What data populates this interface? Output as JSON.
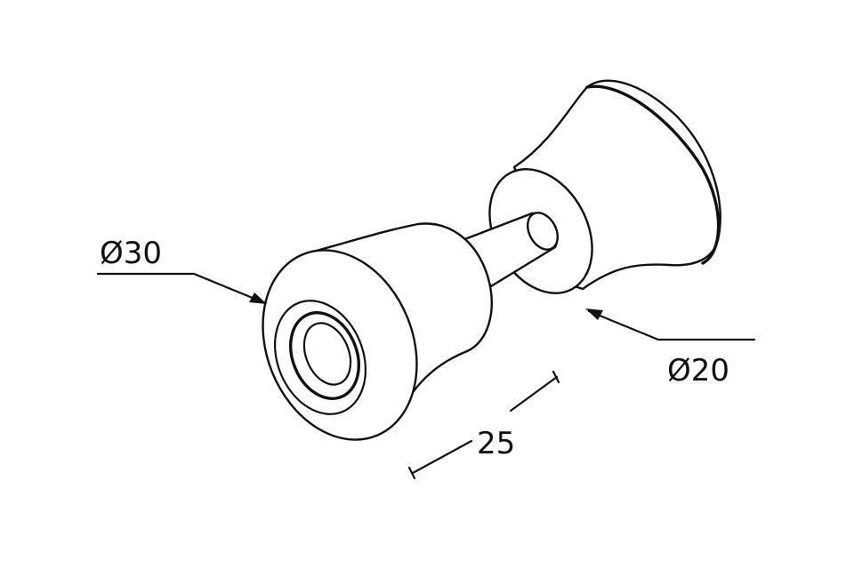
{
  "dimensions": {
    "large_diameter": "Ø30",
    "small_diameter": "Ø20",
    "length": "25"
  },
  "colors": {
    "line": "#111111",
    "background": "#ffffff"
  }
}
